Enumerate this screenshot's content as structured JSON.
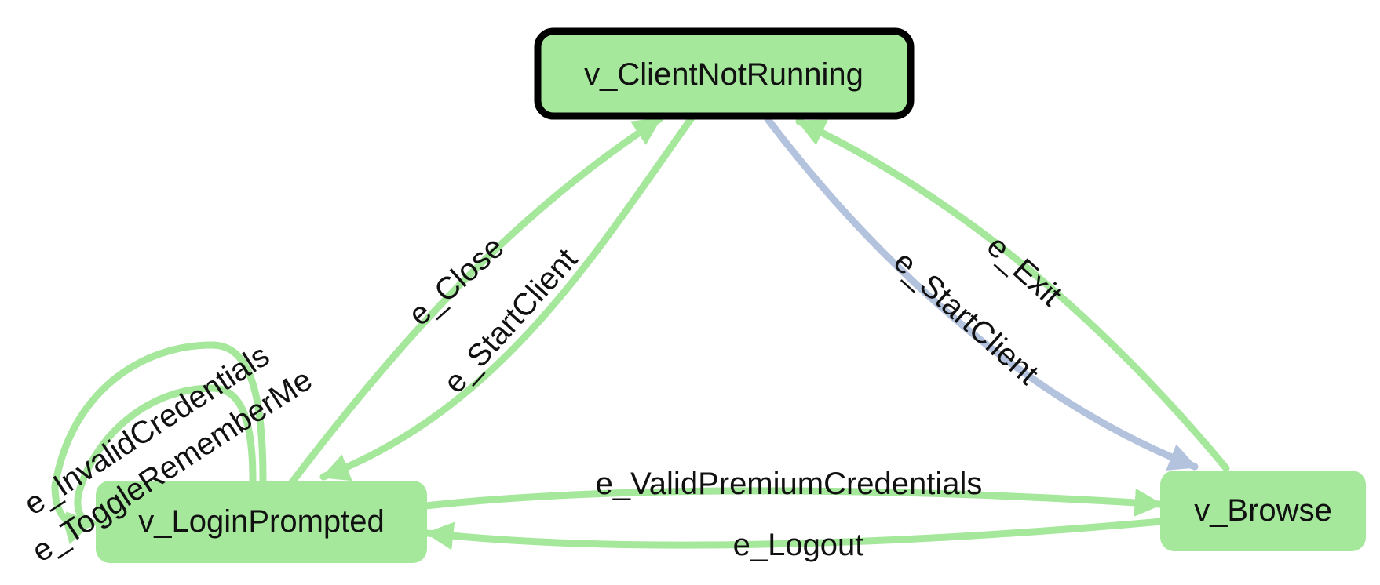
{
  "colors": {
    "node_fill": "#a5e79b",
    "edge_green": "#a5e79b",
    "edge_highlight": "#b3c2dd",
    "selected_border": "#000000",
    "text": "#111111"
  },
  "nodes": {
    "client_not_running": {
      "label": "v_ClientNotRunning",
      "selected": true
    },
    "login_prompted": {
      "label": "v_LoginPrompted"
    },
    "browse": {
      "label": "v_Browse"
    }
  },
  "edges": {
    "close": "e_Close",
    "start_client_login": "e_StartClient",
    "start_client_browse": "e_StartClient",
    "exit": "e_Exit",
    "valid_premium": "e_ValidPremiumCredentials",
    "logout": "e_Logout",
    "invalid_credentials": "e_InvalidCredentials",
    "toggle_remember_me": "e_ToggleRememberMe"
  }
}
